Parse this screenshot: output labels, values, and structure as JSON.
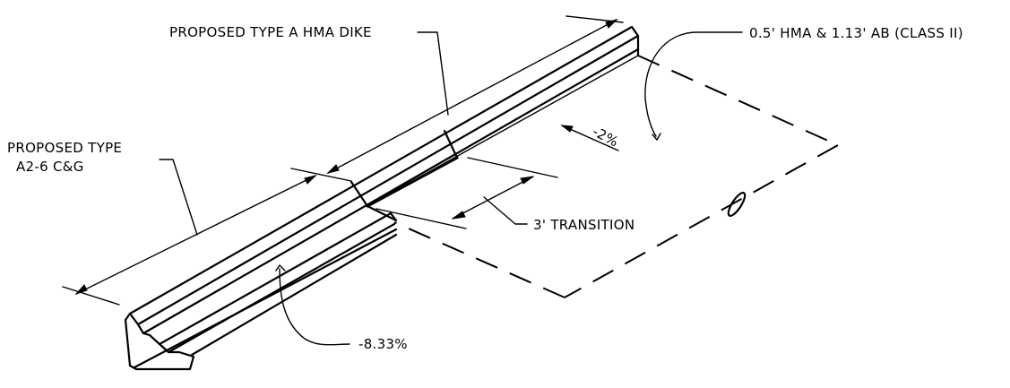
{
  "labels": {
    "dike": "PROPOSED TYPE A HMA DIKE",
    "section": "0.5' HMA & 1.13' AB (CLASS II)",
    "curb_line1": "PROPOSED TYPE",
    "curb_line2": "A2-6 C&G",
    "slope_pavement": "-2%",
    "transition": "3' TRANSITION",
    "slope_gutter": "-8.33%"
  }
}
